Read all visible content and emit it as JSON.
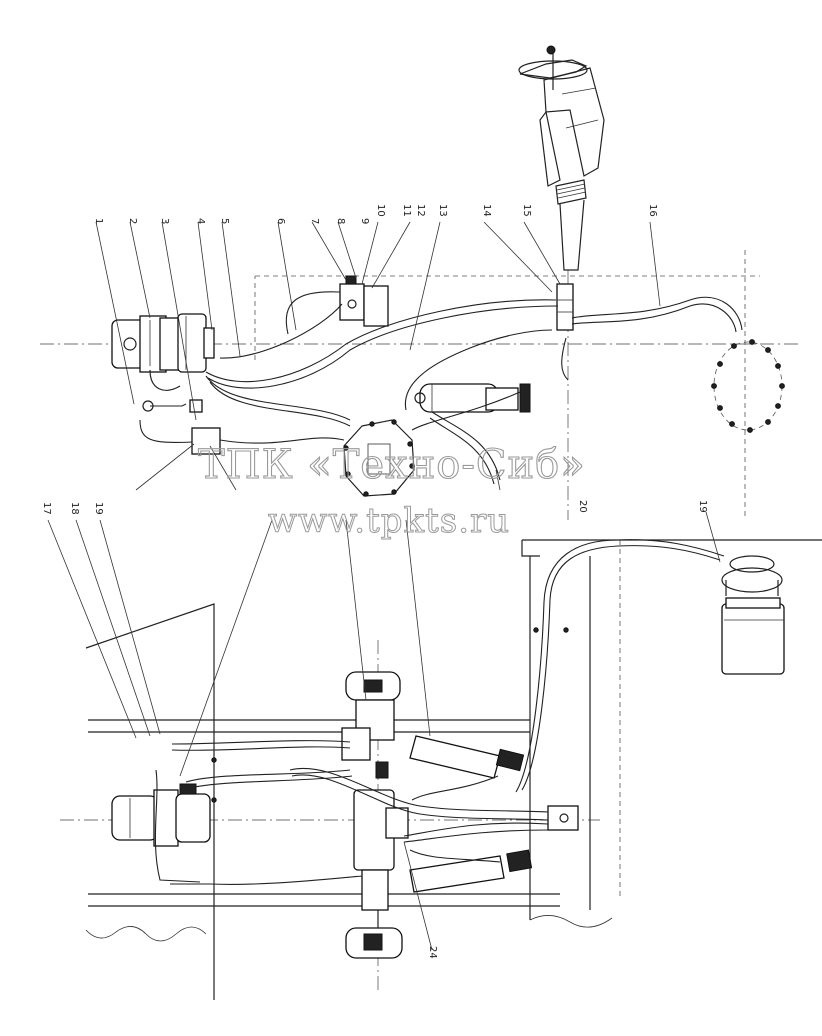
{
  "watermark": {
    "company": "ТПК «Техно-Сиб»",
    "site": "www.tpkts.ru"
  },
  "callouts_top": [
    "1",
    "2",
    "3",
    "4",
    "5",
    "6",
    "7",
    "8",
    "9",
    "10",
    "11",
    "12",
    "13",
    "14",
    "15",
    "16"
  ],
  "callouts_mid_left": [
    "17",
    "18",
    "19"
  ],
  "callout_mid_right": "20",
  "callout_upper_right": "19",
  "callout_bottom": "24"
}
